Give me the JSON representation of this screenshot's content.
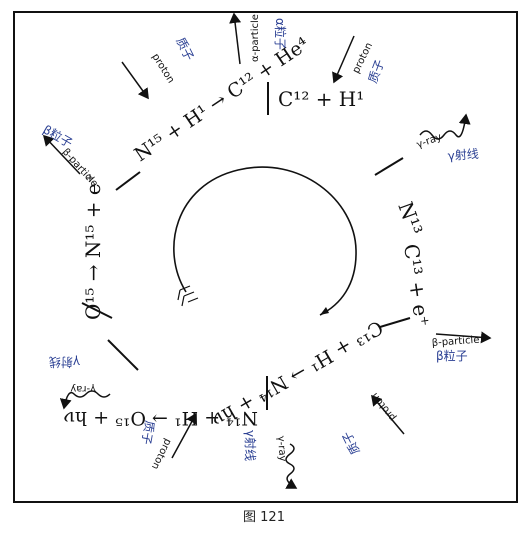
{
  "caption": "图 121",
  "reactions": [
    {
      "id": "r1",
      "text": "C¹² + H¹"
    },
    {
      "id": "r2",
      "text": "N¹³"
    },
    {
      "id": "r3",
      "text": "C¹³ + e⁺"
    },
    {
      "id": "r4",
      "text": "C¹³ + H¹ → N¹⁴ + hν"
    },
    {
      "id": "r5",
      "text": "N¹⁴ + H¹ → O¹⁵ + hν"
    },
    {
      "id": "r6",
      "text": "O¹⁵ → N¹⁵ + e⁺"
    },
    {
      "id": "r7",
      "text": "N¹⁵ + H¹ → C¹² + He⁴"
    }
  ],
  "annotations": {
    "alpha": {
      "en": "α-particle",
      "zh": "α粒子"
    },
    "proton_top": {
      "en": "proton",
      "zh": "质子"
    },
    "proton_tr": {
      "en": "proton",
      "zh": "质子"
    },
    "gamma_right": {
      "en": "γ-ray",
      "zh": "γ射线"
    },
    "beta_left": {
      "en": "β-particle",
      "zh": "β粒子"
    },
    "beta_right": {
      "en": "β-particle",
      "zh": "β粒子"
    },
    "gamma_left": {
      "en": "γ-ray",
      "zh": "γ射线"
    },
    "proton_bl": {
      "en": "proton",
      "zh": "质子"
    },
    "gamma_bottom": {
      "en": "γ-ray",
      "zh": "γ射线"
    },
    "proton_br": {
      "en": "proton",
      "zh": "质子"
    }
  }
}
